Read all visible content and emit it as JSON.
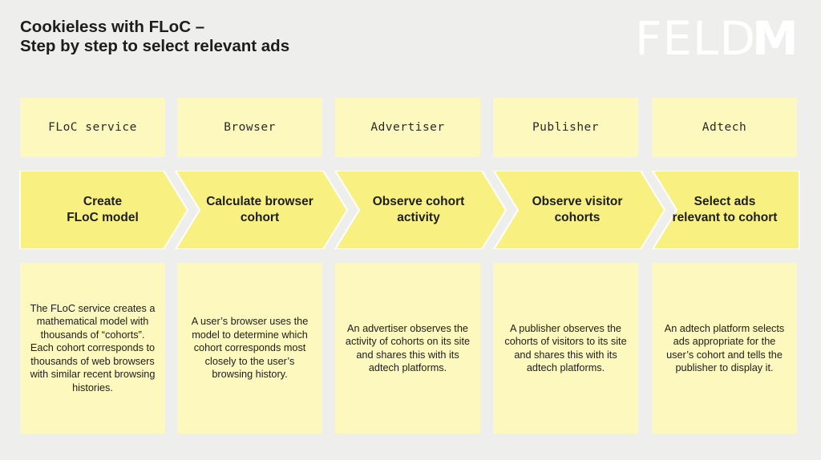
{
  "title": {
    "line1": "Cookieless with FLoC –",
    "line2": "Step by step to select relevant ads"
  },
  "logo": {
    "text": "FELDM"
  },
  "colors": {
    "background": "#eeeeec",
    "box_fill": "#fdf8bd",
    "arrow_fill": "#f8f081",
    "arrow_stroke": "#ffffff",
    "text": "#1d1d1b"
  },
  "columns": [
    {
      "stage": "FLoC service",
      "step": "Create\nFLoC model",
      "description": "The FLoC service creates a mathematical model with thousands of “cohorts”. Each cohort corresponds to thousands of web browsers with similar recent browsing histories."
    },
    {
      "stage": "Browser",
      "step": "Calculate browser\ncohort",
      "description": "A user’s browser uses the model to determine which cohort corresponds most closely to the user’s browsing history."
    },
    {
      "stage": "Advertiser",
      "step": "Observe cohort\nactivity",
      "description": "An advertiser observes the activity of cohorts on its site and shares this with its adtech platforms."
    },
    {
      "stage": "Publisher",
      "step": "Observe visitor\ncohorts",
      "description": "A publisher observes the cohorts of visitors to its site and shares this with its adtech platforms."
    },
    {
      "stage": "Adtech",
      "step": "Select ads\nrelevant to cohort",
      "description": "An adtech platform selects ads appropriate for the user’s cohort and tells the publisher to display it."
    }
  ]
}
